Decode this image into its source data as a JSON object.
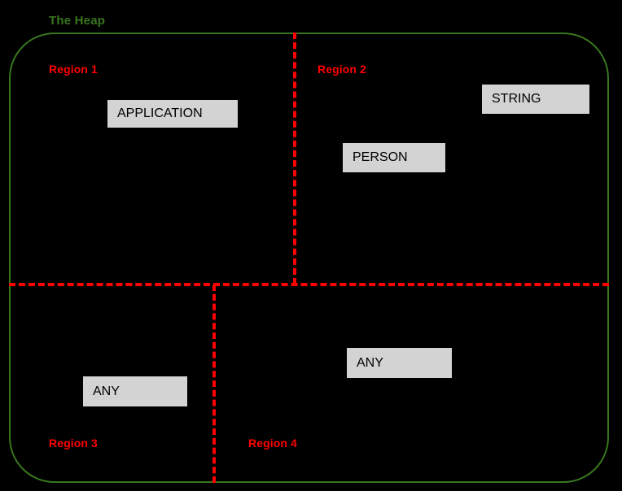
{
  "diagram": {
    "title": "The Heap",
    "background_color": "#000000",
    "heap_border_color": "#38761D",
    "divider_color": "#FF0000",
    "box_fill_color": "#D3D3D3",
    "box_text_color": "#000000"
  },
  "regions": [
    {
      "id": "region-1",
      "label": "Region 1"
    },
    {
      "id": "region-2",
      "label": "Region 2"
    },
    {
      "id": "region-3",
      "label": "Region 3"
    },
    {
      "id": "region-4",
      "label": "Region 4"
    }
  ],
  "objects": [
    {
      "id": "application",
      "label": "APPLICATION",
      "region": "Region 1"
    },
    {
      "id": "string",
      "label": "STRING",
      "region": "Region 2"
    },
    {
      "id": "person",
      "label": "PERSON",
      "region": "Region 2"
    },
    {
      "id": "any-r3",
      "label": "ANY",
      "region": "Region 3"
    },
    {
      "id": "any-r4",
      "label": "ANY",
      "region": "Region 4"
    }
  ]
}
